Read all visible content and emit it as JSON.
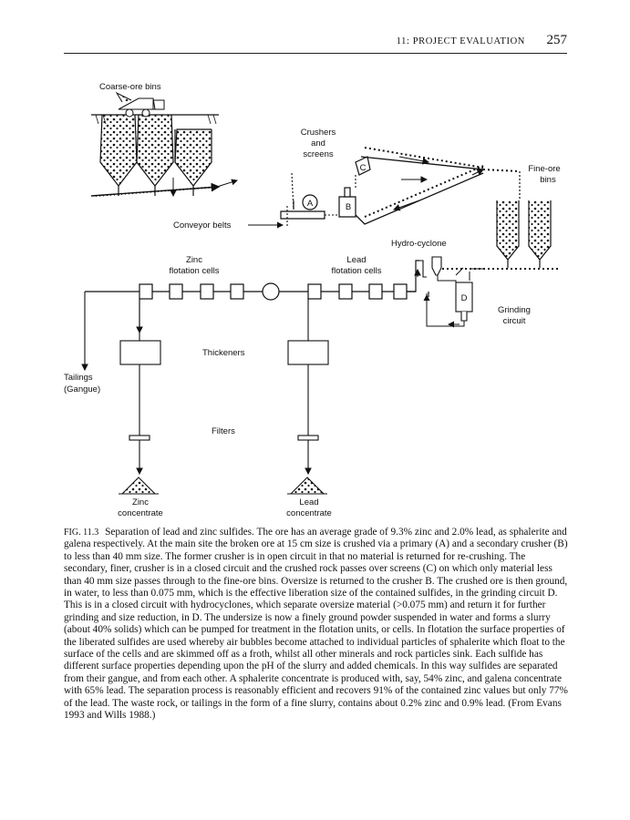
{
  "header": {
    "section": "11: PROJECT EVALUATION",
    "page_number": "257"
  },
  "figure": {
    "labels": {
      "coarse_ore_bins": "Coarse-ore bins",
      "crushers_and_screens": [
        "Crushers",
        "and",
        "screens"
      ],
      "fine_ore_bins": [
        "Fine-ore",
        "bins"
      ],
      "conveyor_belts": "Conveyor belts",
      "hydro_cyclone": "Hydro-cyclone",
      "zinc_flotation_cells": [
        "Zinc",
        "flotation cells"
      ],
      "lead_flotation_cells": [
        "Lead",
        "flotation cells"
      ],
      "grinding_circuit": [
        "Grinding",
        "circuit"
      ],
      "thickeners": "Thickeners",
      "tailings": [
        "Tailings",
        "(Gangue)"
      ],
      "filters": "Filters",
      "zinc_concentrate": [
        "Zinc",
        "concentrate"
      ],
      "lead_concentrate": [
        "Lead",
        "concentrate"
      ],
      "crusher_a": "A",
      "crusher_b": "B",
      "screen_c": "C",
      "grinding_d": "D"
    }
  },
  "caption": {
    "fig_number": "FIG. 11.3",
    "text": "Separation of lead and zinc sulfides. The ore has an average grade of 9.3% zinc and 2.0% lead, as sphalerite and galena respectively. At the main site the broken ore at 15 cm size is crushed via a primary (A) and a secondary crusher (B) to less than 40 mm size. The former crusher is in open circuit in that no material is returned for re-crushing. The secondary, finer, crusher is in a closed circuit and the crushed rock passes over screens (C) on which only material less than 40 mm size passes through to the fine-ore bins. Oversize is returned to the crusher B. The crushed ore is then ground, in water, to less than 0.075 mm, which is the effective liberation size of the contained sulfides, in the grinding circuit D. This is in a closed circuit with hydrocyclones, which separate oversize material (>0.075 mm) and return it for further grinding and size reduction, in D. The undersize is now a finely ground powder suspended in water and forms a slurry (about 40% solids) which can be pumped for treatment in the flotation units, or cells. In flotation the surface properties of the liberated sulfides are used whereby air bubbles become attached to individual particles of sphalerite which float to the surface of the cells and are skimmed off as a froth, whilst all other minerals and rock particles sink. Each sulfide has different surface properties depending upon the pH of the slurry and added chemicals. In this way sulfides are separated from their gangue, and from each other. A sphalerite concentrate is produced with, say, 54% zinc, and galena concentrate with 65% lead. The separation process is reasonably efficient and recovers 91% of the contained zinc values but only 77% of the lead. The waste rock, or tailings in the form of a fine slurry, contains about 0.2% zinc and 0.9% lead. (From Evans 1993 and Wills 1988.)"
  }
}
